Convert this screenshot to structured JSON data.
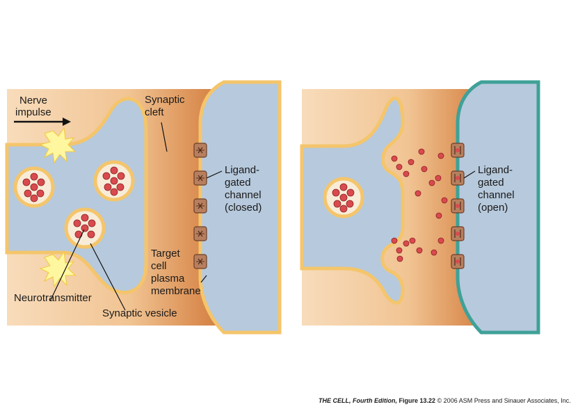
{
  "left_panel": {
    "labels": {
      "nerve": "Nerve",
      "impulse": "impulse",
      "synaptic": "Synaptic",
      "cleft": "cleft",
      "ligand": "Ligand-",
      "gated": "gated",
      "channel": "channel",
      "state": "(closed)",
      "target": "Target",
      "cell": "cell",
      "plasma": "plasma",
      "membrane": "membrane",
      "neurotransmitter": "Neurotransmitter",
      "synaptic_vesicle": "Synaptic vesicle"
    }
  },
  "right_panel": {
    "labels": {
      "ligand": "Ligand-",
      "gated": "gated",
      "channel": "channel",
      "state": "(open)"
    }
  },
  "footer": {
    "book": "THE CELL, Fourth Edition,",
    "figure": "Figure 13.22",
    "copyright": "© 2006 ASM Press and Sinauer Associates, Inc."
  },
  "colors": {
    "cleft_light": "#f6d7b2",
    "cleft_dark": "#b8622a",
    "cytoplasm": "#b7c9dc",
    "membrane": "#f4c56b",
    "membrane_active": "#3fa198",
    "channel": "#b87f5e",
    "neurotransmitter": "#d94a4f"
  }
}
